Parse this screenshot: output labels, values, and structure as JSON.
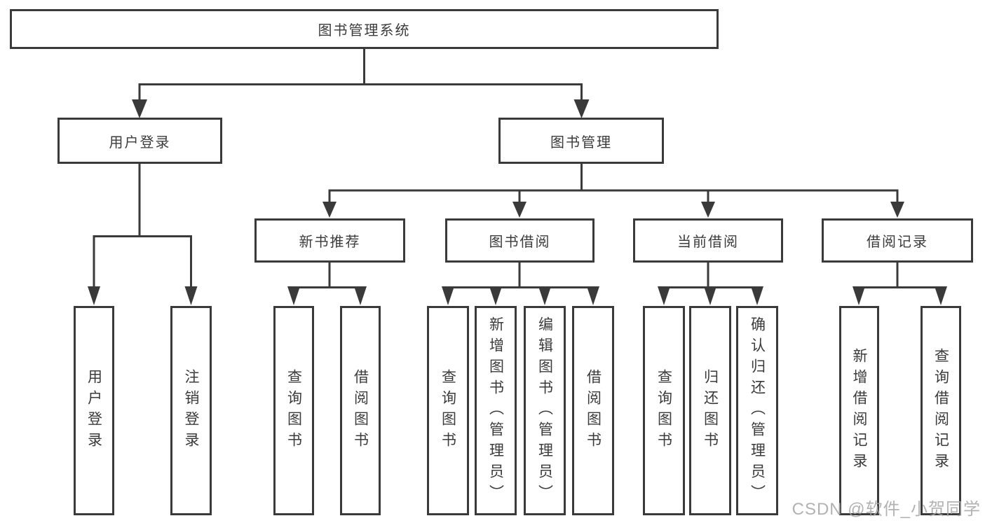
{
  "diagram_title": "图书管理系统",
  "tree": {
    "label": "图书管理系统",
    "children": [
      {
        "label": "用户登录",
        "children": [
          {
            "label": "用户登录"
          },
          {
            "label": "注销登录"
          }
        ]
      },
      {
        "label": "图书管理",
        "children": [
          {
            "label": "新书推荐",
            "children": [
              {
                "label": "查询图书"
              },
              {
                "label": "借阅图书"
              }
            ]
          },
          {
            "label": "图书借阅",
            "children": [
              {
                "label": "查询图书"
              },
              {
                "label": "新增图书（管理员）"
              },
              {
                "label": "编辑图书（管理员）"
              },
              {
                "label": "借阅图书"
              }
            ]
          },
          {
            "label": "当前借阅",
            "children": [
              {
                "label": "查询图书"
              },
              {
                "label": "归还图书"
              },
              {
                "label": "确认归还（管理员）"
              }
            ]
          },
          {
            "label": "借阅记录",
            "children": [
              {
                "label": "新增借阅记录"
              },
              {
                "label": "查询借阅记录"
              }
            ]
          }
        ]
      }
    ]
  },
  "watermark": "CSDN @软件_小贺同学",
  "colors": {
    "line": "#3a3a3a",
    "text": "#3b3b3b",
    "background": "#ffffff",
    "watermark": "#a4a4a4"
  }
}
